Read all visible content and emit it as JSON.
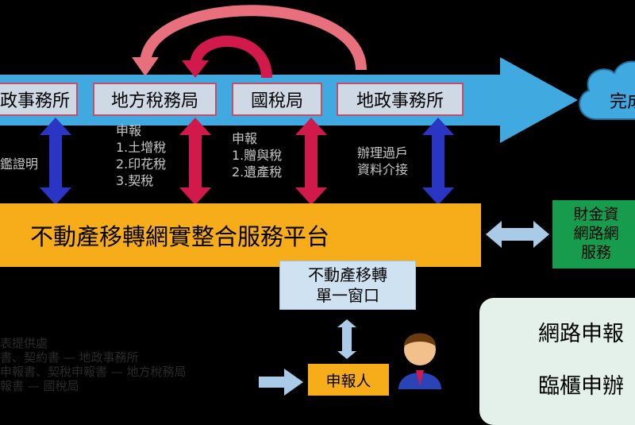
{
  "offices": [
    {
      "id": "land-office-left",
      "label": "政事務所"
    },
    {
      "id": "local-tax",
      "label": "地方稅務局"
    },
    {
      "id": "national-tax",
      "label": "國稅局"
    },
    {
      "id": "land-office",
      "label": "地政事務所"
    }
  ],
  "completion_label": "完成",
  "notes": {
    "left": "鑑證明",
    "local_tax": "申報\n1.土增稅\n2.印花稅\n3.契稅",
    "national_tax": "申報\n1.贈與稅\n2.遺產稅",
    "land_office": "辦理過戶\n資料介接"
  },
  "platform_label": "不動產移轉網實整合服務平台",
  "single_window": {
    "line1": "不動產移轉",
    "line2": "單一窗口"
  },
  "financial": {
    "line1": "財金資",
    "line2": "網路網",
    "line3": "服務"
  },
  "declarant_label": "申報人",
  "side_notes": [
    "表提供處",
    "書、契約書 — 地政事務所",
    "申報書、契稅申報書 — 地方稅務局",
    "報書 — 國稅局"
  ],
  "legend": {
    "online": "網路申報",
    "counter": "臨櫃申辦"
  },
  "colors": {
    "online_arrow": "#d2194b",
    "counter_arrow": "#2a35c4",
    "flow": "#3fa9e0",
    "platform": "#f7ad19",
    "financial": "#179c4e"
  }
}
